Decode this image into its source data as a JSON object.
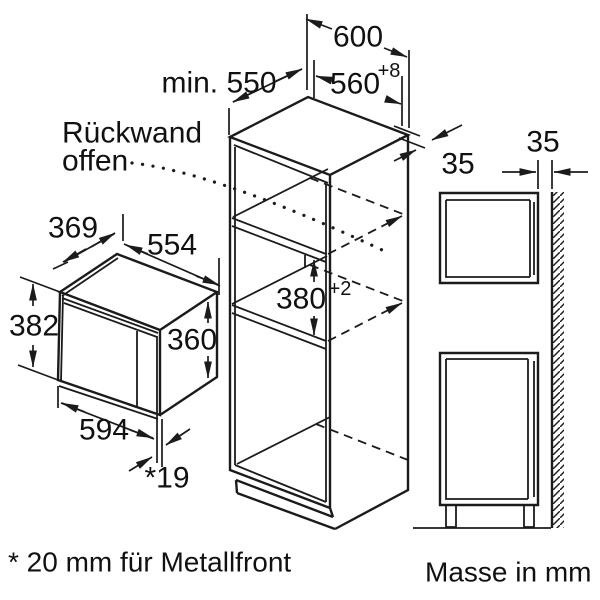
{
  "diagram": {
    "cabinet": {
      "outer_width": "600",
      "min_depth": "min. 550",
      "niche_width": "560",
      "niche_width_tol": "+8",
      "top_back_gap": "35",
      "niche_height": "380",
      "niche_height_tol": "+2",
      "back_note_line1": "Rückwand",
      "back_note_line2": "offen"
    },
    "appliance": {
      "depth": "369",
      "body_width": "554",
      "total_height": "382",
      "body_height": "360",
      "front_width": "594",
      "door_proud": "*19"
    },
    "side_view": {
      "wall_gap": "35"
    },
    "notes": {
      "footnote": "* 20 mm für Metallfront",
      "units": "Masse in mm"
    }
  }
}
